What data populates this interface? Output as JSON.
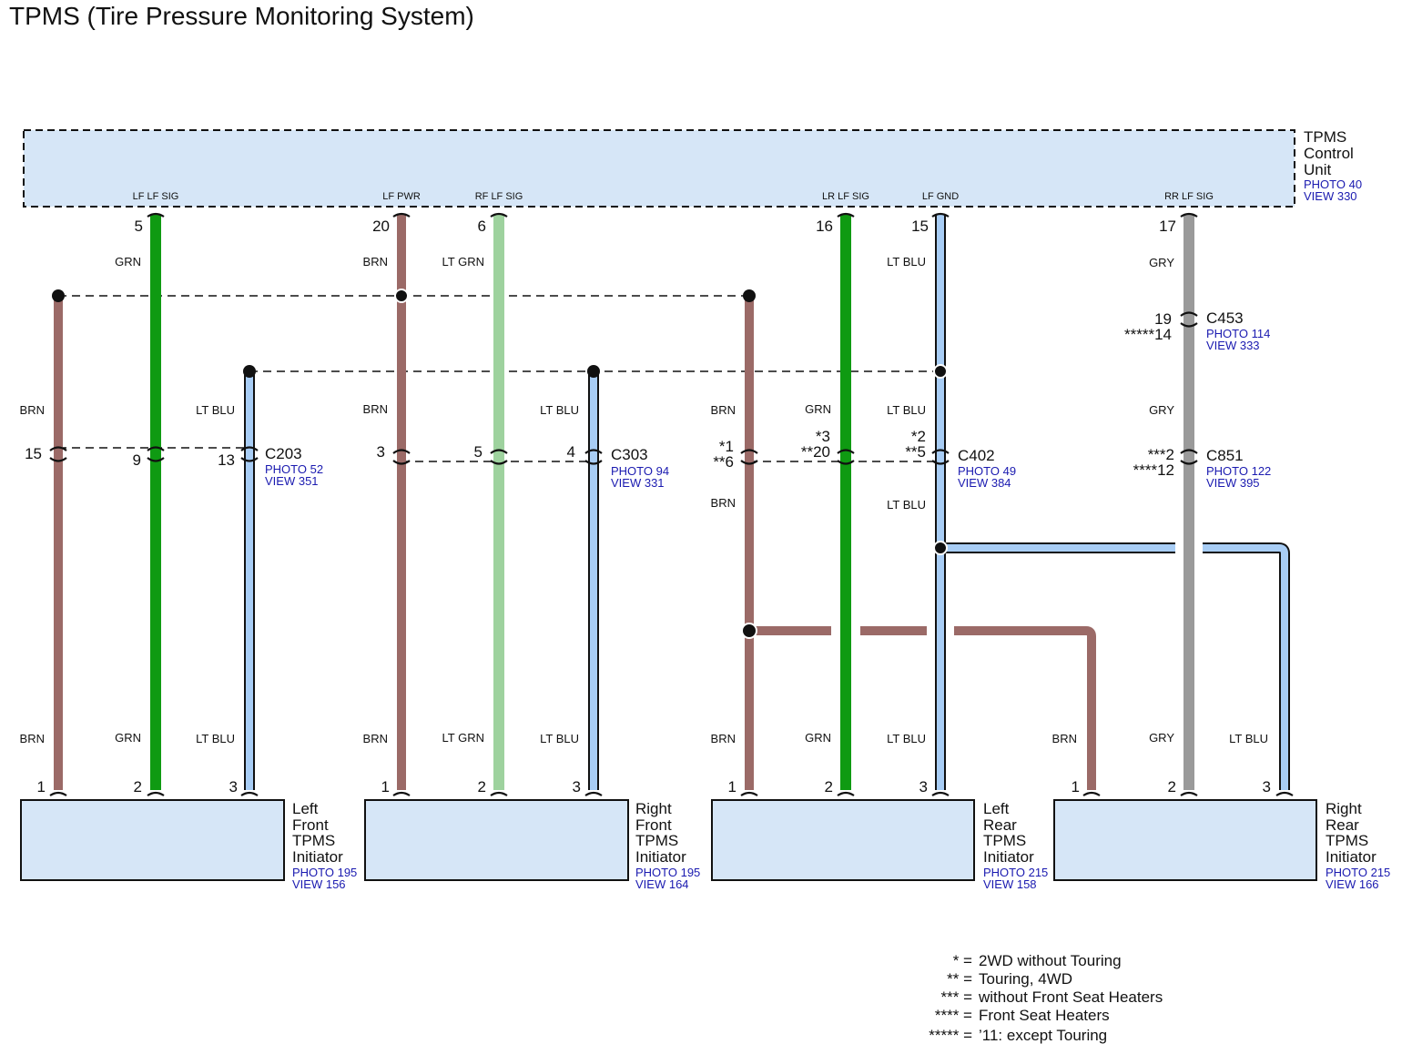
{
  "title": "TPMS (Tire Pressure Monitoring System)",
  "colors": {
    "brn": "#9b6a67",
    "grn": "#0f9a12",
    "lt_grn": "#9ed29e",
    "lt_blu": "#a8cdf5",
    "gry": "#9a9a9a",
    "box_fill": "#d6e6f7",
    "ref_link": "#1a1ab0"
  },
  "control_unit": {
    "name_lines": [
      "TPMS",
      "Control",
      "Unit"
    ],
    "photo": "PHOTO 40",
    "view": "VIEW 330",
    "signals": {
      "lf_lf_sig": "LF LF SIG",
      "lf_pwr": "LF PWR",
      "rf_lf_sig": "RF LF SIG",
      "lr_lf_sig": "LR LF SIG",
      "lf_gnd": "LF GND",
      "rr_lf_sig": "RR LF SIG"
    },
    "pins": {
      "lf_lf_sig": "5",
      "lf_pwr": "20",
      "rf_lf_sig": "6",
      "lr_lf_sig": "16",
      "lf_gnd": "15",
      "rr_lf_sig": "17"
    }
  },
  "wire_colors": {
    "brn": "BRN",
    "grn": "GRN",
    "lt_grn": "LT GRN",
    "lt_blu": "LT BLU",
    "gry": "GRY"
  },
  "connectors": {
    "c203": {
      "name": "C203",
      "photo": "PHOTO 52",
      "view": "VIEW 351",
      "pins": [
        "15",
        "9",
        "13"
      ]
    },
    "c303": {
      "name": "C303",
      "photo": "PHOTO 94",
      "view": "VIEW 331",
      "pins": [
        "3",
        "5",
        "4"
      ]
    },
    "c402": {
      "name": "C402",
      "photo": "PHOTO 49",
      "view": "VIEW 384",
      "pins_top": [
        "*1",
        "*3",
        "*2"
      ],
      "pins_bottom": [
        "**6",
        "**20",
        "**5"
      ]
    },
    "c453": {
      "name": "C453",
      "photo": "PHOTO 114",
      "view": "VIEW 333",
      "pin_top": "19",
      "pin_bottom": "*****14"
    },
    "c851": {
      "name": "C851",
      "photo": "PHOTO 122",
      "view": "VIEW 395",
      "pin_top": "***2",
      "pin_bottom": "****12"
    }
  },
  "initiators": {
    "lf": {
      "name_lines": [
        "Left",
        "Front",
        "TPMS",
        "Initiator"
      ],
      "photo": "PHOTO 195",
      "view": "VIEW 156"
    },
    "rf": {
      "name_lines": [
        "Right",
        "Front",
        "TPMS",
        "Initiator"
      ],
      "photo": "PHOTO 195",
      "view": "VIEW 164"
    },
    "lr": {
      "name_lines": [
        "Left",
        "Rear",
        "TPMS",
        "Initiator"
      ],
      "photo": "PHOTO 215",
      "view": "VIEW 158"
    },
    "rr": {
      "name_lines": [
        "Right",
        "Rear",
        "TPMS",
        "Initiator"
      ],
      "photo": "PHOTO 215",
      "view": "VIEW 166"
    },
    "pins": [
      "1",
      "2",
      "3"
    ]
  },
  "legend": [
    {
      "key": "* =",
      "text": "2WD without Touring"
    },
    {
      "key": "** =",
      "text": "Touring, 4WD"
    },
    {
      "key": "*** =",
      "text": "without Front Seat Heaters"
    },
    {
      "key": "**** =",
      "text": "Front Seat Heaters"
    },
    {
      "key": "***** =",
      "text": "’11: except Touring"
    }
  ]
}
